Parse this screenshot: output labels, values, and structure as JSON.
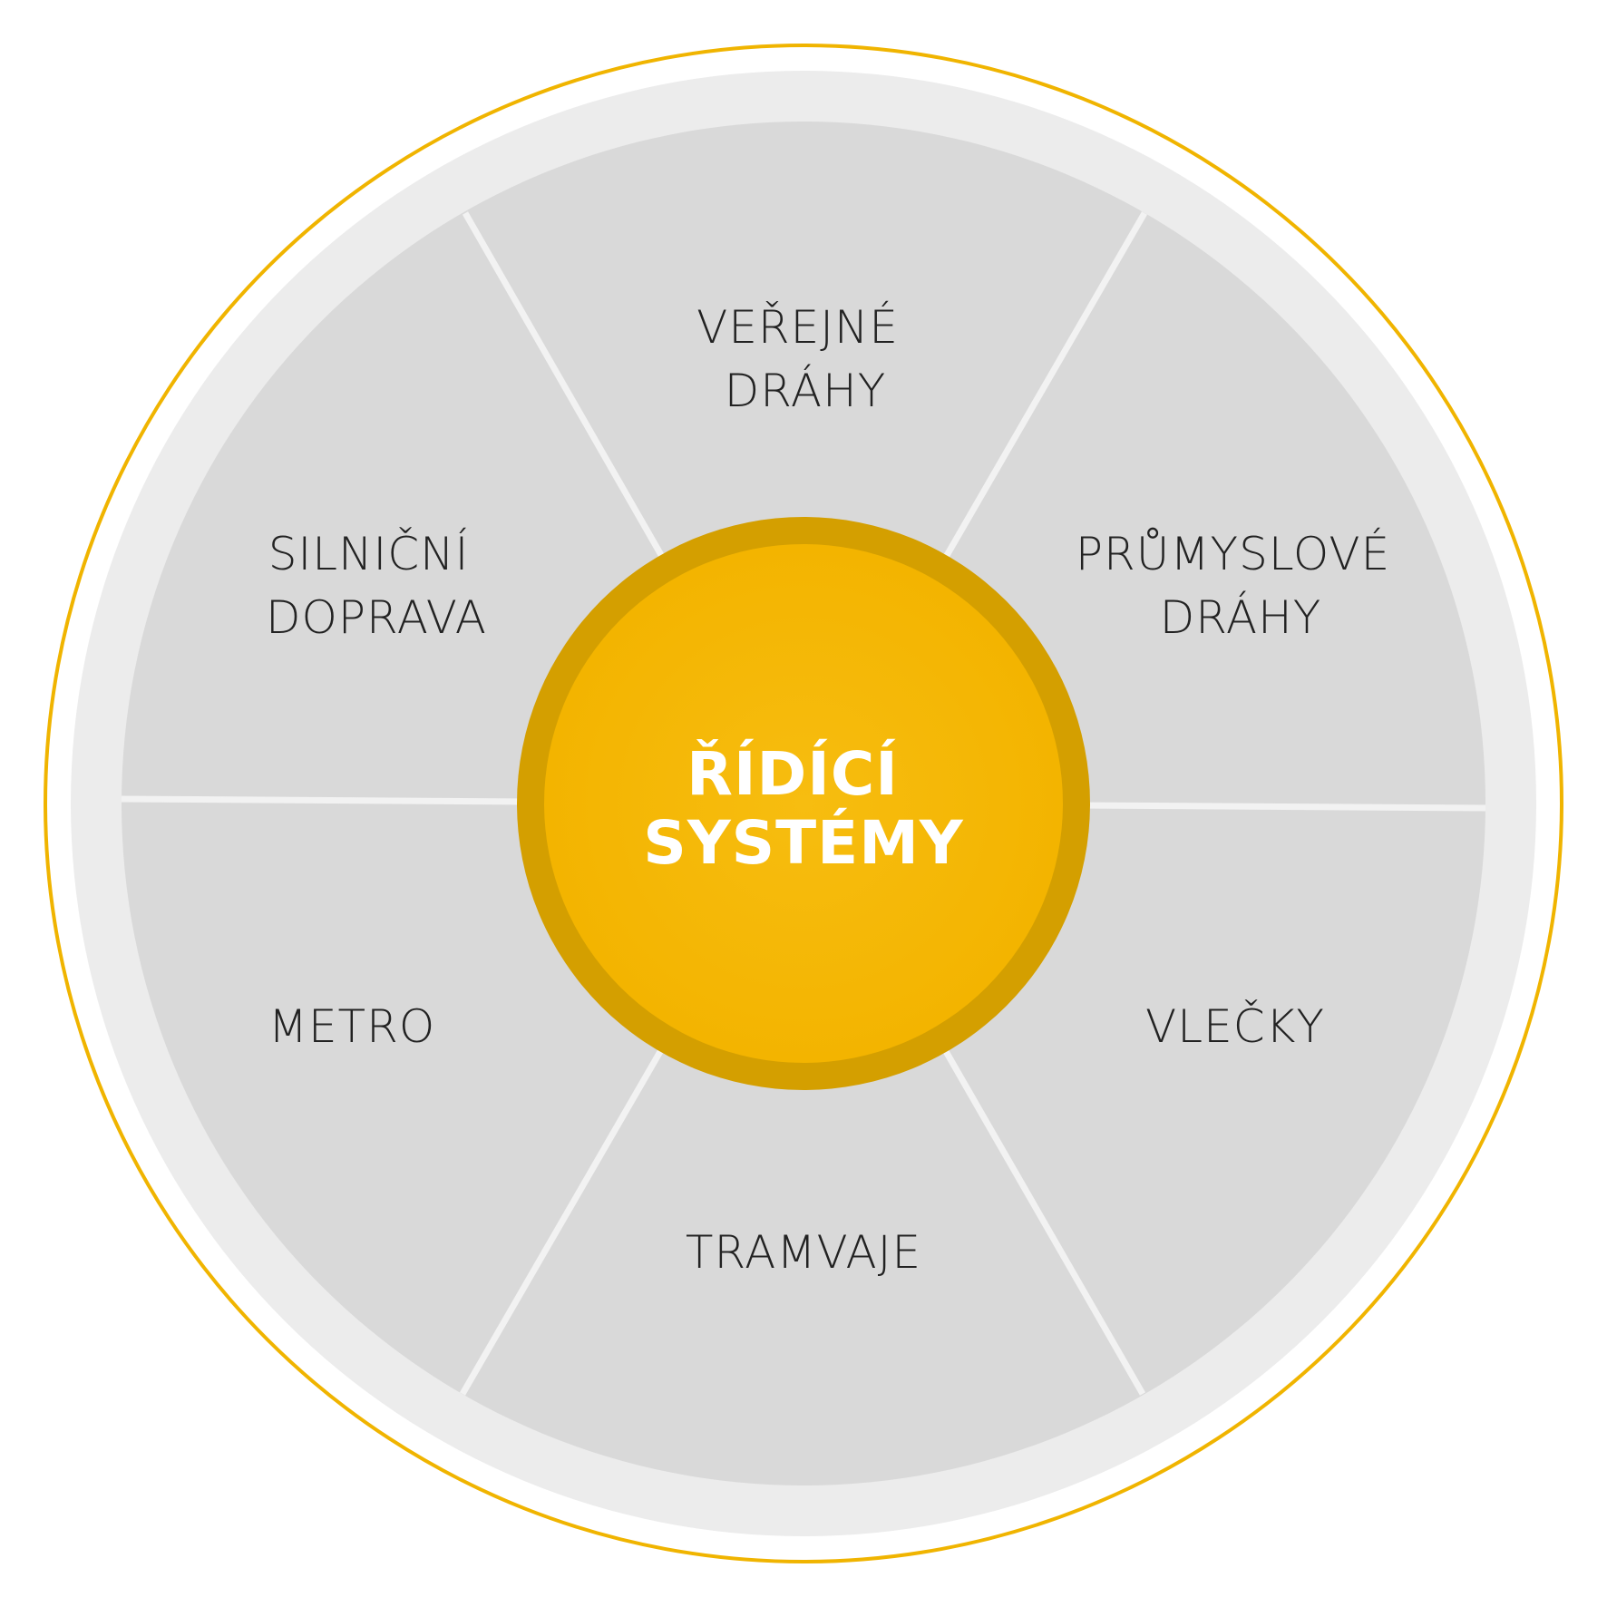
{
  "center": {
    "lines": [
      "ŘÍDÍCÍ",
      "SYSTÉMY"
    ]
  },
  "segments": [
    {
      "id": "verejne-drahy",
      "lines": [
        "VEŘEJNÉ",
        "DRÁHY"
      ]
    },
    {
      "id": "prumyslove-drahy",
      "lines": [
        "PRŮMYSLOVÉ",
        "DRÁHY"
      ]
    },
    {
      "id": "vlecky",
      "lines": [
        "VLEČKY"
      ]
    },
    {
      "id": "tramvaje",
      "lines": [
        "TRAMVAJE"
      ]
    },
    {
      "id": "metro",
      "lines": [
        "METRO"
      ]
    },
    {
      "id": "silnicni-doprava",
      "lines": [
        "SILNIČNÍ",
        "DOPRAVA"
      ]
    }
  ],
  "colors": {
    "outer_ring_stroke": "#f0b400",
    "outer_band": "#ececec",
    "segment_fill": "#d9d9d9",
    "divider": "#f2f2f2",
    "center_ring": "#d49f00",
    "center_fill": "#f5b700",
    "center_text": "#ffffff",
    "segment_text": "#222222"
  }
}
